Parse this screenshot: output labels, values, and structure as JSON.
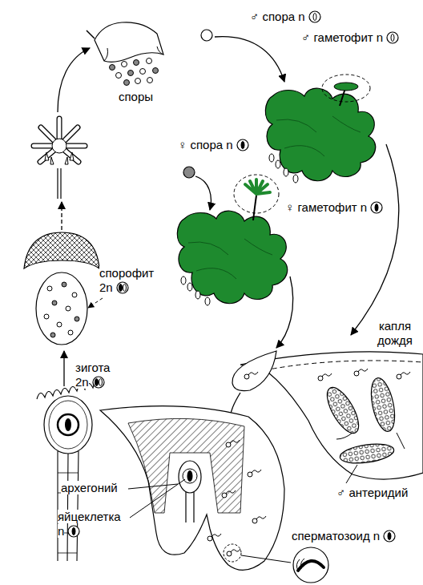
{
  "diagram": {
    "labels": [
      "♂ спора n",
      "♂ гаметофит n",
      "♀ спора n",
      "♀ гаметофит n",
      "споры",
      "спорофит 2n",
      "зигота 2n",
      "капля дождя",
      "♂ антеридий",
      "архегоний",
      "яйцеклетка n",
      "сперматозоид n"
    ]
  }
}
